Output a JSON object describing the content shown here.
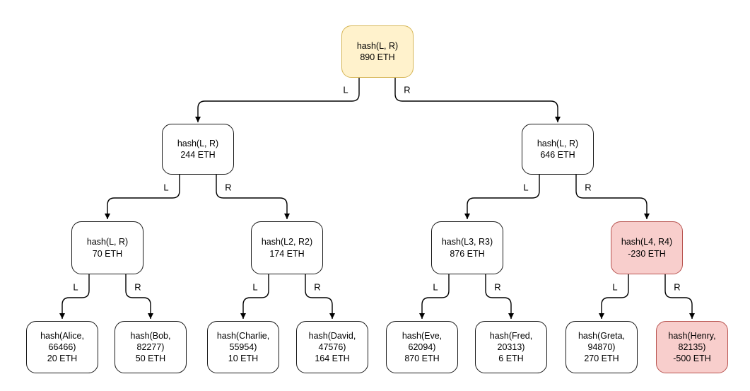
{
  "diagram": {
    "kind": "merkle-sum-tree",
    "colors": {
      "node_fill": "#ffffff",
      "node_border": "#1a1a1a",
      "highlight_yellow_fill": "#fff2cc",
      "highlight_yellow_border": "#d6b656",
      "highlight_red_fill": "#f8cecc",
      "highlight_red_border": "#b85450",
      "edge_color": "#000000"
    },
    "nodes": [
      {
        "id": "root",
        "hash": "hash(L, R)",
        "value": "890 ETH",
        "highlight": "yellow"
      },
      {
        "id": "left",
        "hash": "hash(L, R)",
        "value": "244 ETH",
        "highlight": "none"
      },
      {
        "id": "right",
        "hash": "hash(L, R)",
        "value": "646 ETH",
        "highlight": "none"
      },
      {
        "id": "left-left",
        "hash": "hash(L, R)",
        "value": "70 ETH",
        "highlight": "none"
      },
      {
        "id": "left-right",
        "hash": "hash(L2, R2)",
        "value": "174 ETH",
        "highlight": "none"
      },
      {
        "id": "right-left",
        "hash": "hash(L3, R3)",
        "value": "876 ETH",
        "highlight": "none"
      },
      {
        "id": "right-right",
        "hash": "hash(L4, R4)",
        "value": "-230 ETH",
        "highlight": "red"
      },
      {
        "id": "leaf-alice",
        "hash": "hash(Alice, 66466)",
        "value": "20 ETH",
        "highlight": "none"
      },
      {
        "id": "leaf-bob",
        "hash": "hash(Bob, 82277)",
        "value": "50 ETH",
        "highlight": "none"
      },
      {
        "id": "leaf-charlie",
        "hash": "hash(Charlie, 55954)",
        "value": "10 ETH",
        "highlight": "none"
      },
      {
        "id": "leaf-david",
        "hash": "hash(David, 47576)",
        "value": "164 ETH",
        "highlight": "none"
      },
      {
        "id": "leaf-eve",
        "hash": "hash(Eve, 62094)",
        "value": "870 ETH",
        "highlight": "none"
      },
      {
        "id": "leaf-fred",
        "hash": "hash(Fred, 20313)",
        "value": "6 ETH",
        "highlight": "none"
      },
      {
        "id": "leaf-greta",
        "hash": "hash(Greta, 94870)",
        "value": "270 ETH",
        "highlight": "none"
      },
      {
        "id": "leaf-henry",
        "hash": "hash(Henry, 82135)",
        "value": "-500 ETH",
        "highlight": "red"
      }
    ],
    "edges": [
      {
        "from": "root",
        "to": "left",
        "label": "L"
      },
      {
        "from": "root",
        "to": "right",
        "label": "R"
      },
      {
        "from": "left",
        "to": "left-left",
        "label": "L"
      },
      {
        "from": "left",
        "to": "left-right",
        "label": "R"
      },
      {
        "from": "right",
        "to": "right-left",
        "label": "L"
      },
      {
        "from": "right",
        "to": "right-right",
        "label": "R"
      },
      {
        "from": "left-left",
        "to": "leaf-alice",
        "label": "L"
      },
      {
        "from": "left-left",
        "to": "leaf-bob",
        "label": "R"
      },
      {
        "from": "left-right",
        "to": "leaf-charlie",
        "label": "L"
      },
      {
        "from": "left-right",
        "to": "leaf-david",
        "label": "R"
      },
      {
        "from": "right-left",
        "to": "leaf-eve",
        "label": "L"
      },
      {
        "from": "right-left",
        "to": "leaf-fred",
        "label": "R"
      },
      {
        "from": "right-right",
        "to": "leaf-greta",
        "label": "L"
      },
      {
        "from": "right-right",
        "to": "leaf-henry",
        "label": "R"
      }
    ]
  }
}
